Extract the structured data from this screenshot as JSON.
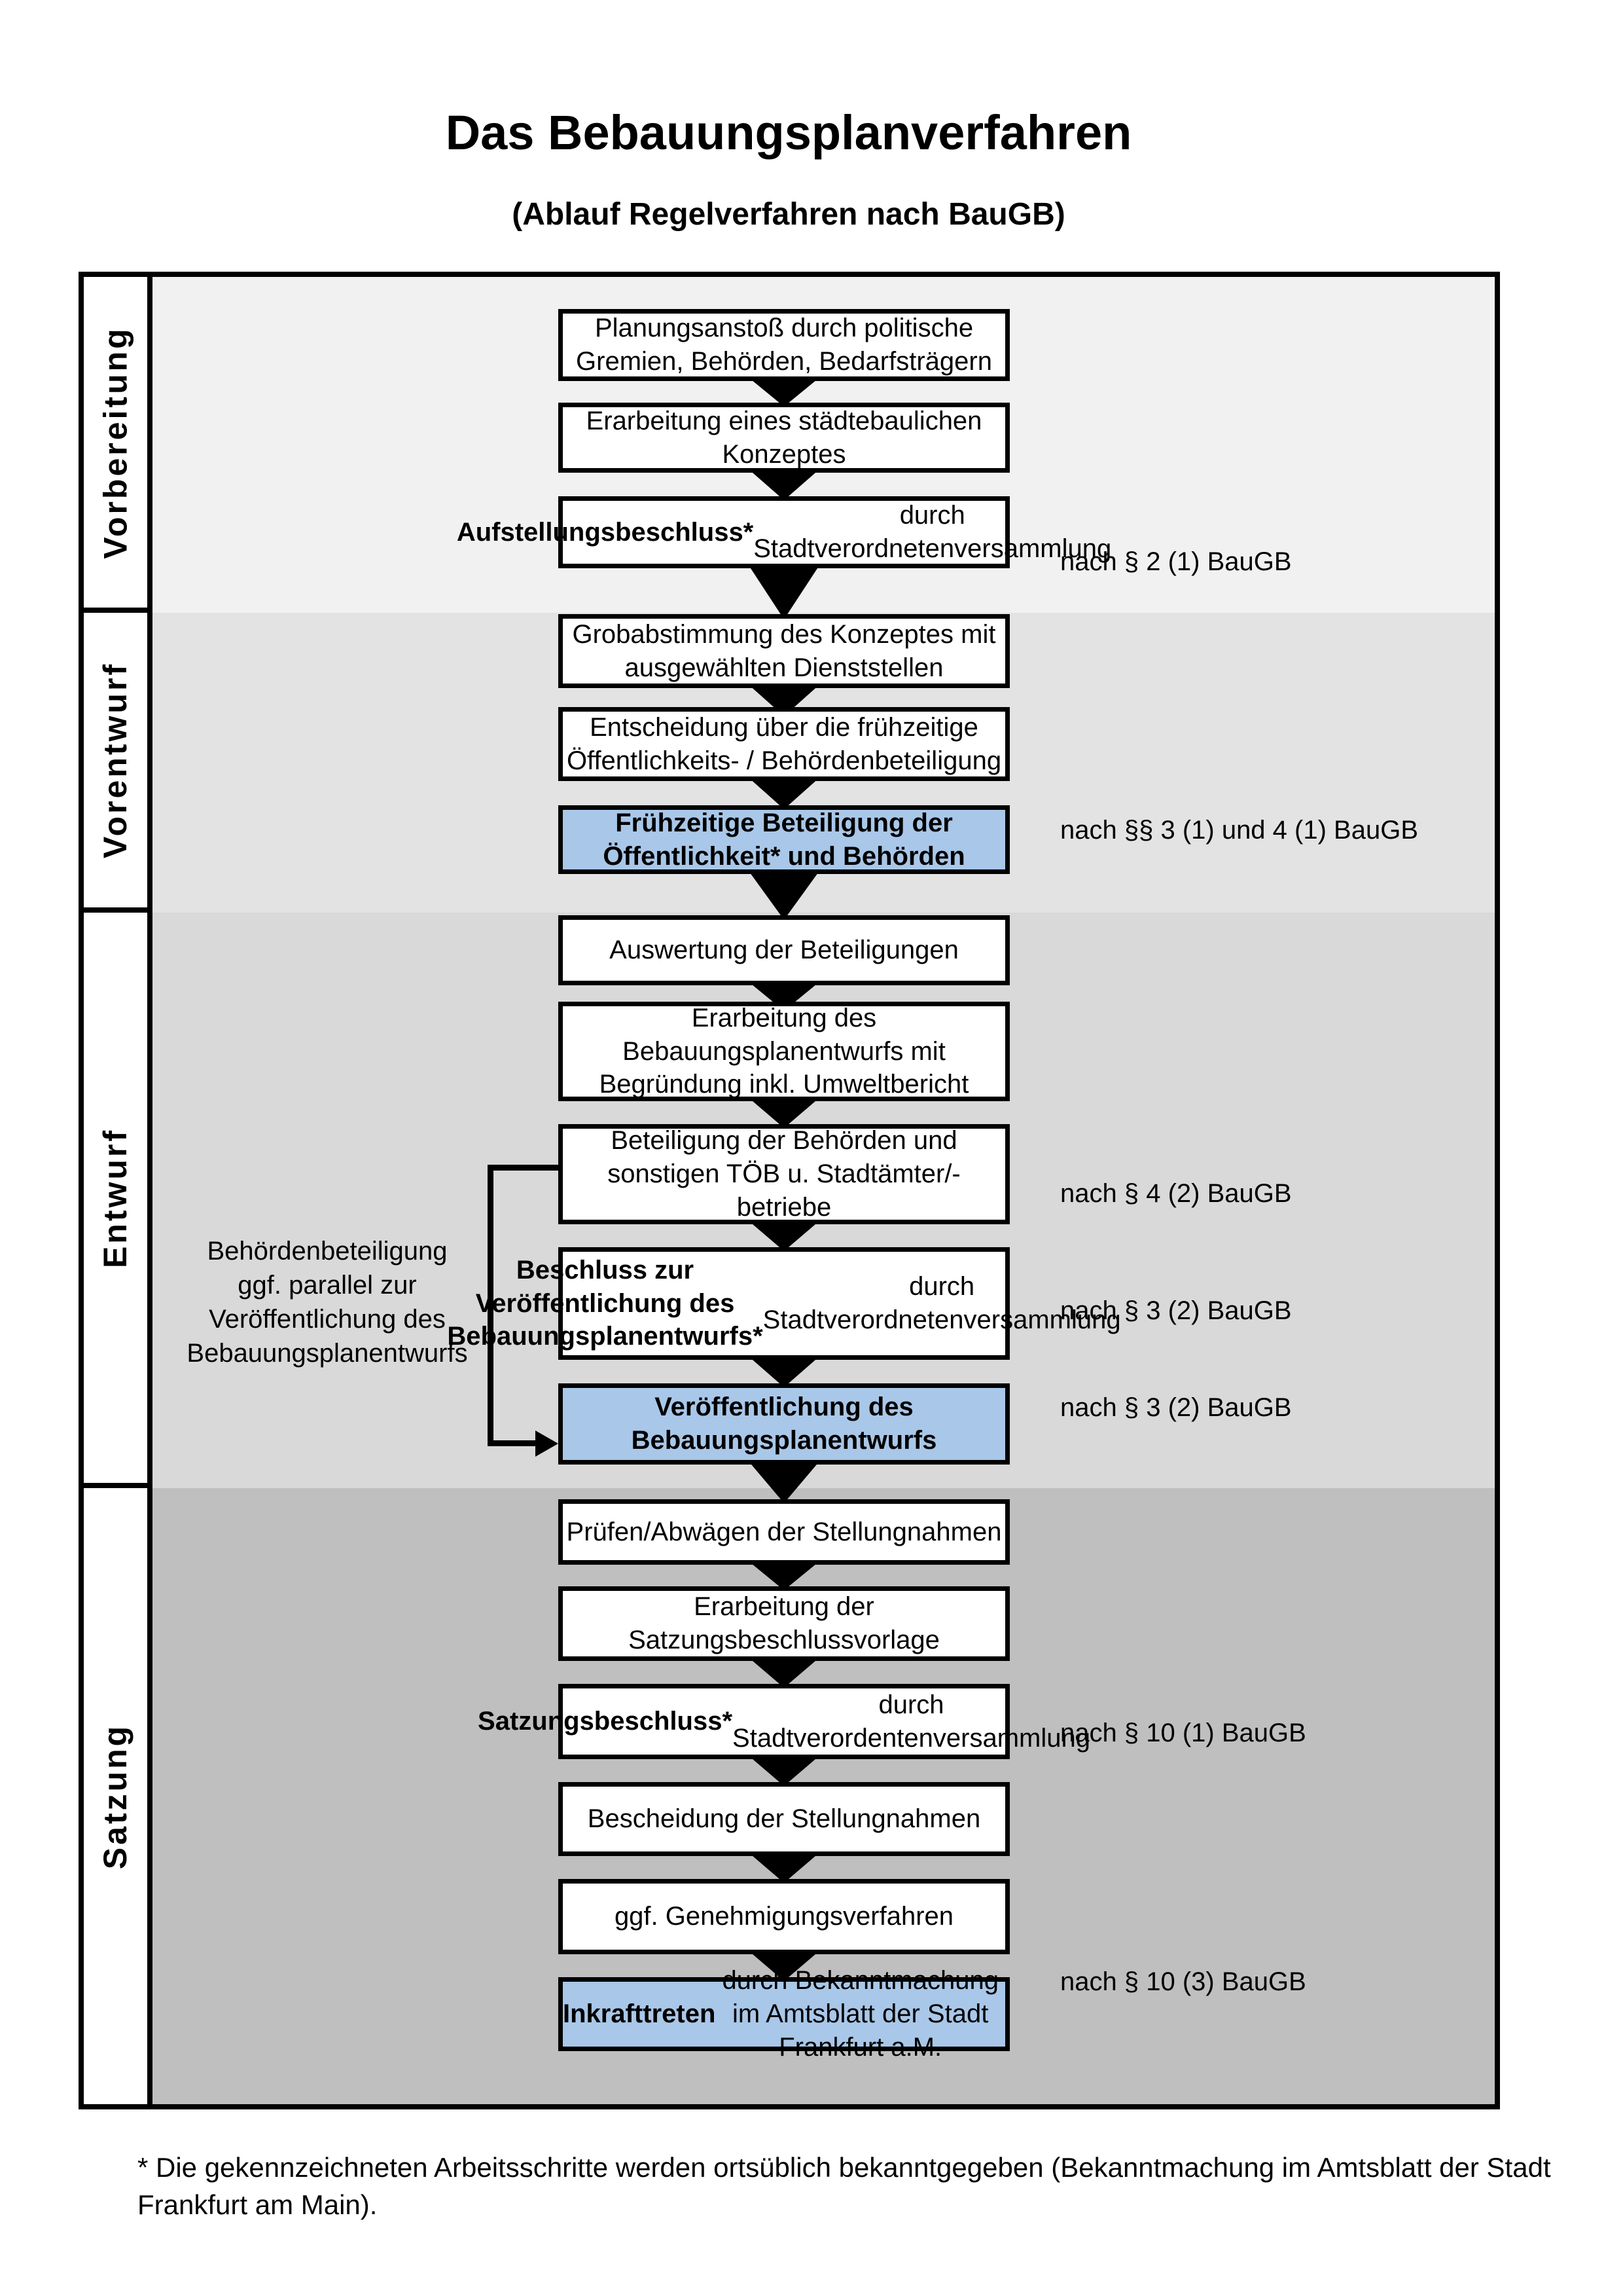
{
  "title": "Das Bebauungsplanverfahren",
  "subtitle": "(Ablauf Regelverfahren nach BauGB)",
  "colors": {
    "highlight_blue": "#A9C7E8",
    "stripe_vorbereitung": "#f1f1f1",
    "stripe_vorentwurf": "#e3e3e3",
    "stripe_entwurf": "#d9d9d9",
    "stripe_satzung": "#bfbfbf"
  },
  "phases": [
    {
      "label": "Vorbereitung"
    },
    {
      "label": "Vorentwurf"
    },
    {
      "label": "Entwurf"
    },
    {
      "label": "Satzung"
    }
  ],
  "boxes": [
    {
      "b": "",
      "r": "Planungsanstoß durch politische\nGremien, Behörden, Bedarfsträgern"
    },
    {
      "b": "",
      "r": "Erarbeitung eines städtebaulichen\nKonzeptes"
    },
    {
      "b": "Aufstellungsbeschluss*",
      "r": " durch\nStadtverordnetenversammlung"
    },
    {
      "b": "",
      "r": "Grobabstimmung des Konzeptes mit\nausgewählten Dienststellen"
    },
    {
      "b": "",
      "r": "Entscheidung über die frühzeitige\nÖffentlichkeits- / Behördenbeteiligung"
    },
    {
      "b": "Frühzeitige Beteiligung der\nÖffentlichkeit* und Behörden",
      "r": ""
    },
    {
      "b": "",
      "r": "Auswertung der Beteiligungen"
    },
    {
      "b": "",
      "r": "Erarbeitung des\nBebauungsplanentwurfs mit\nBegründung inkl. Umweltbericht"
    },
    {
      "b": "",
      "r": "Beteiligung der Behörden und\nsonstigen TÖB u. Stadtämter/-betriebe"
    },
    {
      "b": "Beschluss zur Veröffentlichung des\nBebauungsplanentwurfs*",
      "r": " durch\nStadtverordnetenversammlung"
    },
    {
      "b": "Veröffentlichung des\nBebauungsplanentwurfs",
      "r": ""
    },
    {
      "b": "",
      "r": "Prüfen/Abwägen der Stellungnahmen"
    },
    {
      "b": "",
      "r": "Erarbeitung der\nSatzungsbeschlussvorlage"
    },
    {
      "b": "Satzungsbeschluss*",
      "r": " durch\nStadtverordentenversammlung"
    },
    {
      "b": "",
      "r": "Bescheidung der Stellungnahmen"
    },
    {
      "b": "",
      "r": "ggf. Genehmigungsverfahren"
    },
    {
      "b": "Inkrafttreten",
      "r": " durch Bekanntmachung\nim Amtsblatt der Stadt Frankfurt a.M."
    }
  ],
  "refs": [
    {
      "text": "nach § 2 (1) BauGB"
    },
    {
      "text": "nach §§ 3 (1) und 4 (1) BauGB"
    },
    {
      "text": "nach § 4 (2) BauGB"
    },
    {
      "text": "nach § 3 (2) BauGB"
    },
    {
      "text": "nach § 3 (2) BauGB"
    },
    {
      "text": "nach § 10 (1) BauGB"
    },
    {
      "text": "nach § 10 (3) BauGB"
    }
  ],
  "annotation": "Behördenbeteiligung\nggf. parallel zur\nVeröffentlichung des\nBebauungsplanentwurfs",
  "footnote": "* Die gekennzeichneten Arbeitsschritte werden ortsüblich bekanntgegeben (Bekanntmachung im Amtsblatt  der Stadt\nFrankfurt am Main)."
}
